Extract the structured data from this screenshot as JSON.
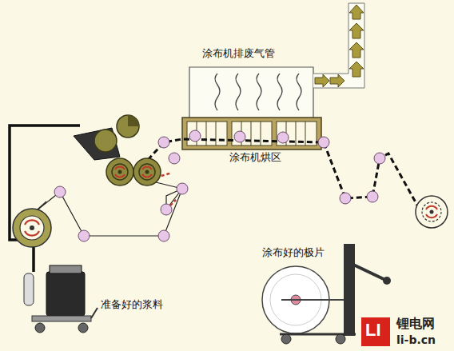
{
  "diagram": {
    "labels": [
      "涂布机排废气管",
      "涂布机烘区",
      "涂布好的极片",
      "准备好的浆料",
      "LI",
      "锂电网",
      "li-b.cn"
    ]
  }
}
